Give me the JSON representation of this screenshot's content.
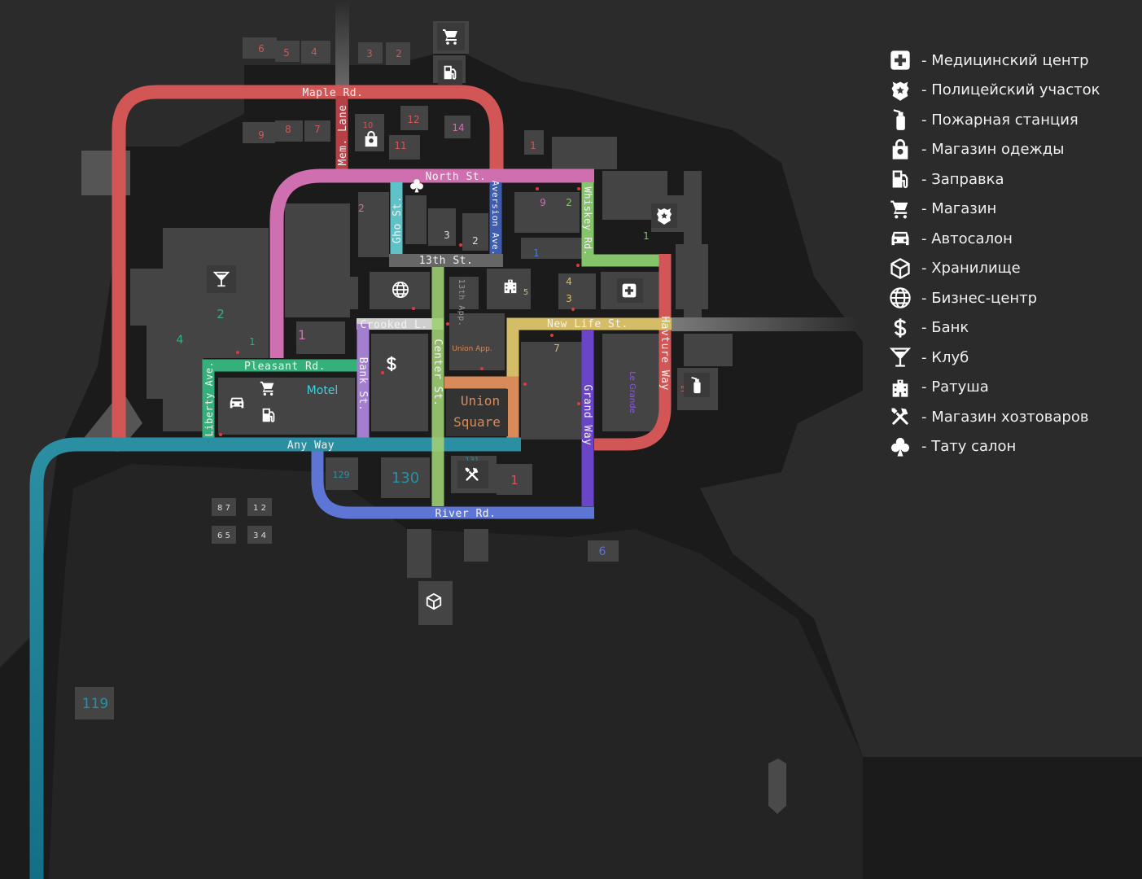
{
  "colors": {
    "background": "#2b2b2b",
    "ground": "#1b1b1b",
    "building": "#444444",
    "road_red": "#d25656",
    "road_pink": "#d06fb0",
    "road_teal": "#2b8fa3",
    "road_blue": "#5d76d6",
    "road_green": "#34b07b",
    "road_lime": "#9fcf73",
    "road_orange": "#d98a5a",
    "road_yellow": "#d5bc67",
    "road_purple": "#6a44c9",
    "road_white": "#cfcfcf",
    "road_lightgreen": "#86c46c",
    "road_cyan": "#5ec2c7",
    "road_darkblue": "#3e5cb0",
    "road_maroon": "#b54146"
  },
  "streets": {
    "maple": "Maple Rd.",
    "north": "North St.",
    "mem_lane": "Mem. Lane",
    "gho": "Gho St.",
    "aversion": "Aversion Ave.",
    "whiskey": "Whiskey Rd.",
    "thirteenth": "13th St.",
    "thirteenth_app": "13th App.",
    "crooked": "Crooked L.",
    "new_life": "New Life St.",
    "havture": "Havture Way",
    "pleasant": "Pleasant Rd.",
    "liberty": "Liberty Ave.",
    "bank": "Bank St.",
    "center": "Center St.",
    "grand": "Grand Way",
    "any_way": "Any Way",
    "river": "River Rd."
  },
  "places": {
    "motel": "Motel",
    "union_square_1": "Union",
    "union_square_2": "Square",
    "union_app": "Union App.",
    "le_grande": "Le Grande"
  },
  "numbers": {
    "n6": "6",
    "n5": "5",
    "n4": "4",
    "n3": "3",
    "n2": "2",
    "n9": "9",
    "n8": "8",
    "n7": "7",
    "n10": "10",
    "n12": "12",
    "n11": "11",
    "n14": "14",
    "n1": "1",
    "n130": "130",
    "n129": "129",
    "n131": "131",
    "n119": "119",
    "b87": "8 7",
    "b12": "1 2",
    "b65": "6 5",
    "b34": "3 4"
  },
  "legend": [
    {
      "icon": "medical-icon",
      "label": "- Медицинский центр"
    },
    {
      "icon": "police-icon",
      "label": "- Полицейский участок"
    },
    {
      "icon": "fire-station-icon",
      "label": "- Пожарная станция"
    },
    {
      "icon": "clothing-store-icon",
      "label": "- Магазин одежды"
    },
    {
      "icon": "gas-station-icon",
      "label": "- Заправка"
    },
    {
      "icon": "shop-cart-icon",
      "label": "- Магазин"
    },
    {
      "icon": "car-dealer-icon",
      "label": "- Автосалон"
    },
    {
      "icon": "storage-box-icon",
      "label": "- Хранилище"
    },
    {
      "icon": "business-globe-icon",
      "label": "- Бизнес-центр"
    },
    {
      "icon": "bank-dollar-icon",
      "label": "- Банк"
    },
    {
      "icon": "club-cocktail-icon",
      "label": "- Клуб"
    },
    {
      "icon": "city-hall-icon",
      "label": "- Ратуша"
    },
    {
      "icon": "hardware-tools-icon",
      "label": "- Магазин хозтоваров"
    },
    {
      "icon": "tattoo-club-icon",
      "label": "- Тату салон"
    }
  ]
}
